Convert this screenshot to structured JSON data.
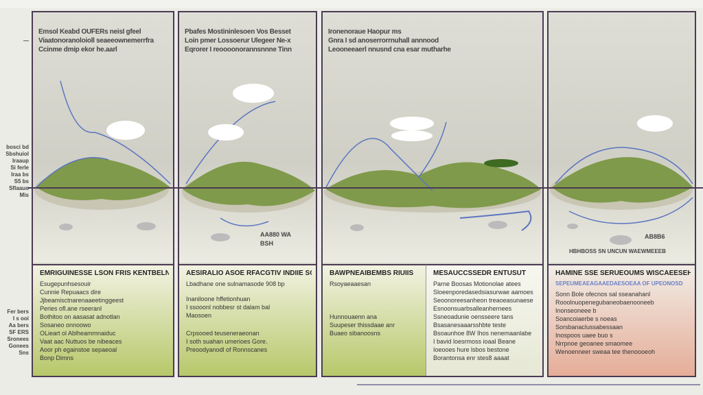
{
  "left_notes": [
    {
      "lines": [
        "—"
      ]
    },
    {
      "lines": [
        "bosci bd",
        "Sbshuiol",
        "Iraaup",
        "Si ferle",
        "Iraa bs",
        "S5 bs",
        "Sflaauo",
        "Mis"
      ]
    },
    {
      "lines": [
        "Fer bers",
        "I s ooi",
        "Aa bers",
        "SF ERS",
        "Sronees",
        "Gonees",
        "Sns"
      ]
    }
  ],
  "panels": [
    {
      "header": [
        "Emsol Keabd OUFERs neisI gfeel",
        "Viaatonoranoloioll seaeeownemerrfra",
        "Ccinme dmip ekor he.aarl"
      ],
      "label": "",
      "bottom": {
        "title": "EMRIGUINESSE LSON FRIS KENTBELN",
        "lines": [
          "Esugepunhsesouir",
          "Cunnie Repuaacs dire",
          "Jjbeamisctnarenaaeetinggeest",
          "Peries ofl.ane rseeranl",
          "Bothitoo on aasasat adnotlan",
          "Sosaneo onnoowo",
          "OLieart ol Ablheammnaiduc",
          "Vaat aac Nuttuos be nibeaces",
          "Aoor ph egainstoe sepaeoal",
          "Bonp Dimns"
        ]
      }
    },
    {
      "header": [
        "Pbafes Mostininlesoen Vos Besset",
        "Loin pmer Lossoerur Ulegeer Ne-x",
        "Eqrorer I reoooonorannsnnne Tinn"
      ],
      "label": "AA880 WA BSH",
      "bottom": {
        "title": "AESIRALIO ASOE RFACGTIV INDIIE SOA",
        "lines": [
          "Lbadhane one sulnamasode 908 bp",
          "Inaniloone hffetionhuan",
          "I ssooonl nobbesr st dalam bal",
          "Maosoen",
          "Crpsooed teuseneraeonan",
          "I soth suahan umerioes Gore.",
          "Preoodyanodl of Ronnscanes"
        ]
      }
    },
    {
      "header": [
        "Ironenoraue Haopur ms",
        "Gnra I sd anoserrorrnuhall annnood",
        "Leooneeaerl nnusnd cna esar mutharhe"
      ],
      "label": "",
      "bottom": {
        "title": "BAWPNEAIBEMBS RIUIIS",
        "lines": [
          "Rsoyaeaaesan",
          "Hunnouaenn ana",
          "Suupeser thissdaae anr",
          "Buaeo sibanoosns"
        ]
      },
      "bottom2": {
        "title": "MESAUCCSSEDR ENTUSUT",
        "lines": [
          "Parne Boosas Motionolae atees",
          "Sloeenporedasedsiasurwae aamoes",
          "Seoonoreesanheon treaoeasunaese",
          "Esnoonsuarbsalleanhernees",
          "Ssneoadunie oensseere tans",
          "Bsasanesaaarsshbte teste",
          "Bsoaunhoe 8W Ihos nenemaanlabe",
          "I bavid loesrmoss ioaal Beane",
          "Ioeooes hure lsbos bestone",
          "Borantonsa enr stes8 aaaat"
        ]
      }
    },
    {
      "header": [],
      "label": "HBHBOSS SN UNCUN WAEWMEEEB",
      "label2": "AB8B6",
      "bottom": {
        "title": "HAMINE SSE SERUEOUMS WISCAEESEHE",
        "subtitle": "SEPEUMEAEAGAAEDAESOEAA OF UPEONOSD",
        "lines": [
          "Sonn Bole ofecnos sal sseanahanl",
          "Rooolnuopenegubaneobaenooneeb",
          "Inonseoneee b",
          "Soancoiaerbe s noeas",
          "Sorsbanaclussabessaan",
          "Inospoos uaee buo s",
          "Nrrpnoe geoanee smaomee",
          "Wenoenneer sweaa tee thenoooeoh"
        ]
      }
    }
  ],
  "colors": {
    "frame": "#4a3a52",
    "green": "#b7c86a",
    "red": "#e5ad98",
    "river": "#5a74c0"
  }
}
